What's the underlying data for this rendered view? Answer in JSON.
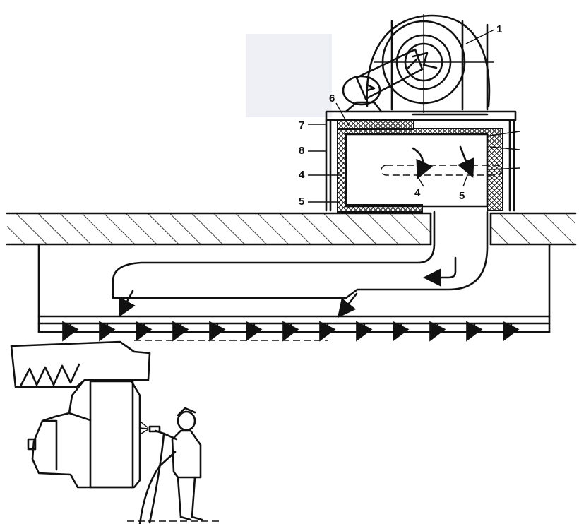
{
  "callouts": {
    "fan": "1",
    "n8": "8",
    "n7": "7",
    "n6": "6",
    "n4_left": "4",
    "n5_left": "5",
    "n4_inner": "4",
    "n5_inner": "5"
  },
  "colors": {
    "ink": "#111111",
    "background": "#ffffff",
    "shade": "#eef0f6"
  }
}
